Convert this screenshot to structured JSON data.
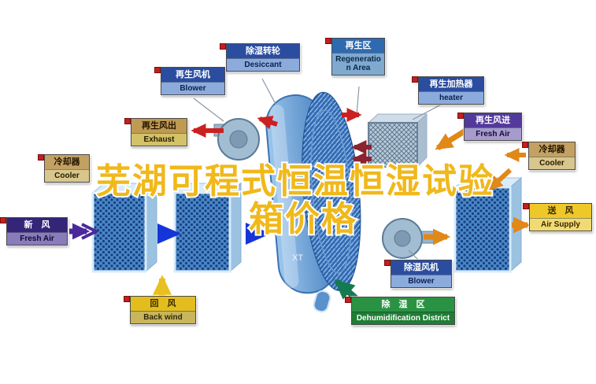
{
  "watermark": {
    "line1": "芜湖可程式恒温恒湿试验",
    "line2": "箱价格",
    "color": "#f0b81a"
  },
  "wheel_mark": "XT",
  "labels": {
    "desiccant": {
      "zh": "除湿转轮",
      "en": "Desiccant"
    },
    "regeneration_area": {
      "zh": "再生区",
      "en": "Regeneration Area"
    },
    "regen_blower": {
      "zh": "再生风机",
      "en": "Blower"
    },
    "regen_heater": {
      "zh": "再生加热器",
      "en": "heater"
    },
    "exhaust": {
      "zh": "再生风出",
      "en": "Exhaust"
    },
    "regen_fresh_air": {
      "zh": "再生风进",
      "en": "Fresh Air"
    },
    "cooler_left": {
      "zh": "冷却器",
      "en": "Cooler"
    },
    "cooler_right": {
      "zh": "冷却器",
      "en": "Cooler"
    },
    "fresh_air": {
      "zh": "新　风",
      "en": "Fresh Air"
    },
    "air_supply": {
      "zh": "送　风",
      "en": "Air Supply"
    },
    "back_wind": {
      "zh": "回　风",
      "en": "Back wind"
    },
    "dehumid_blower": {
      "zh": "除湿风机",
      "en": "Blower"
    },
    "dehumid_district": {
      "zh": "除　湿　区",
      "en": "Dehumidification District"
    }
  },
  "colors": {
    "watermark_text": "#f0b81a",
    "arrow_red": "#cc2020",
    "arrow_maroon": "#8a2430",
    "arrow_orange": "#e08818",
    "arrow_purple": "#4a2a9a",
    "arrow_blue": "#1535d8",
    "arrow_yellow": "#e8c020",
    "arrow_green": "#157a50",
    "machine_blue": "#4a86c8",
    "label_blue": "#2b4da0",
    "label_green": "#2a9343"
  }
}
